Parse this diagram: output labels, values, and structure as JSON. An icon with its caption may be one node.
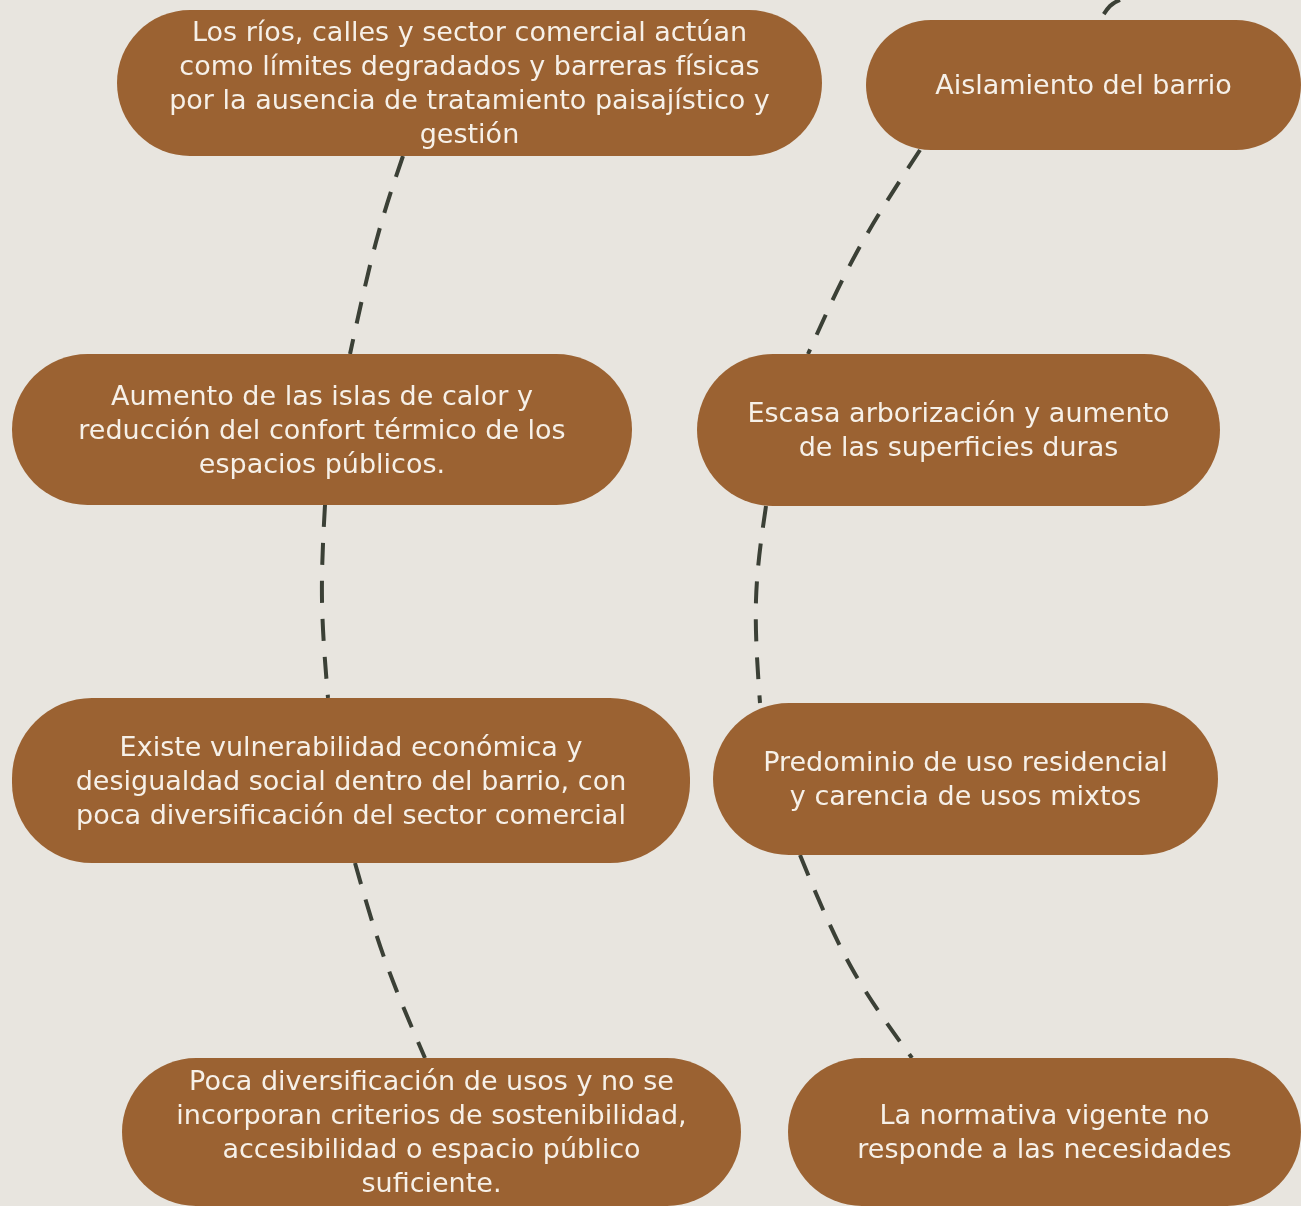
{
  "diagram": {
    "nodes": [
      {
        "text": [
          "Los ríos, calles y sector comercial actúan como límites degradados y barreras físicas por la ausencia de tratamiento paisajístico y gestión"
        ]
      },
      {
        "text": [
          "Aislamiento del barrio"
        ]
      },
      {
        "text": [
          "Aumento de las islas de calor y reducción del confort térmico de los espacios públicos."
        ]
      },
      {
        "text": [
          "Escasa arborización y aumento de las superficies duras"
        ]
      },
      {
        "text": [
          "Existe vulnerabilidad económica y desigualdad social dentro del barrio, con poca diversificación del sector comercial"
        ]
      },
      {
        "text": [
          "Predominio de uso residencial y carencia de usos mixtos"
        ]
      },
      {
        "text": [
          "Poca diversificación de usos y no se incorporan criterios de sostenibilidad, accesibilidad o espacio público suficiente."
        ]
      },
      {
        "text": [
          "La normativa vigente no responde a las necesidades"
        ]
      }
    ],
    "edges": [
      {
        "from": null,
        "to": 1,
        "arrow": "none",
        "style": "dashed"
      },
      {
        "from": 0,
        "to": 2,
        "arrow": "none",
        "style": "dashed"
      },
      {
        "from": 1,
        "to": 3,
        "arrow": "none",
        "style": "dashed"
      },
      {
        "from": 2,
        "to": 4,
        "arrow": "none",
        "style": "dashed"
      },
      {
        "from": 3,
        "to": 5,
        "arrow": "none",
        "style": "dashed"
      },
      {
        "from": 4,
        "to": 6,
        "arrow": "none",
        "style": "dashed"
      },
      {
        "from": 5,
        "to": 7,
        "arrow": "none",
        "style": "dashed"
      }
    ]
  }
}
